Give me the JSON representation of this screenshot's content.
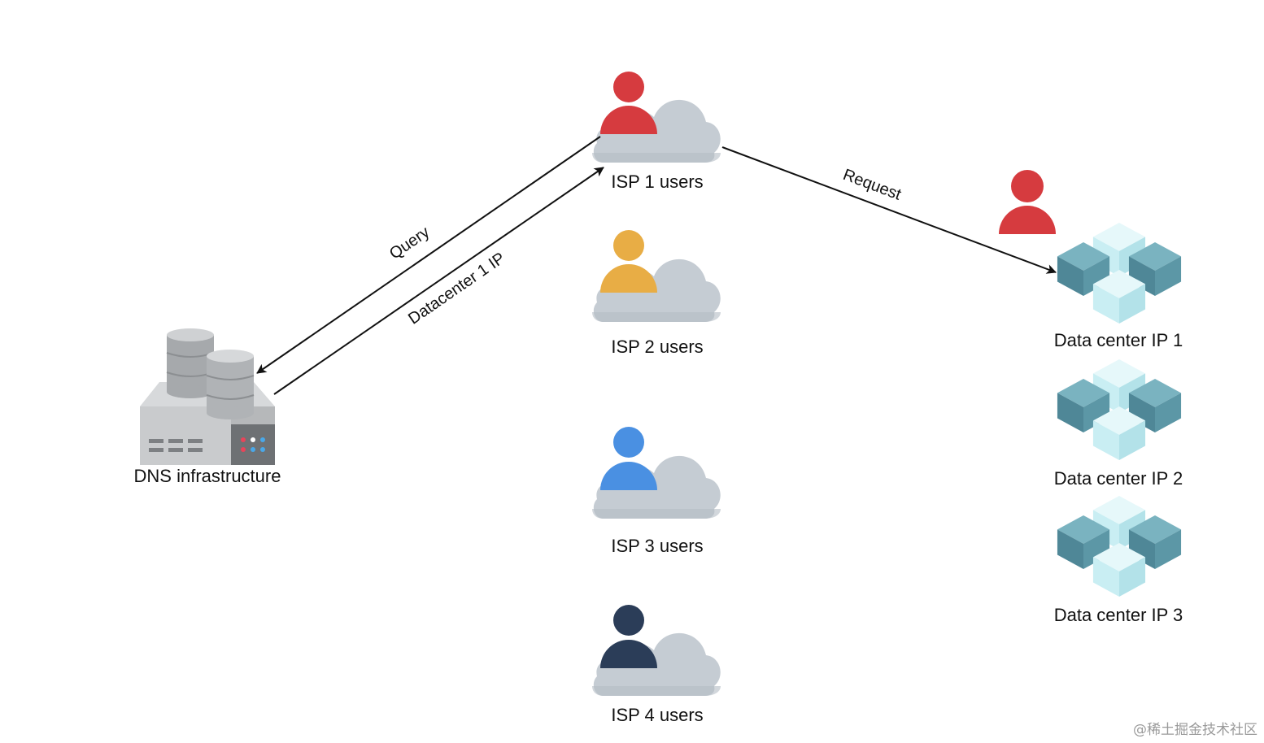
{
  "nodes": {
    "dns": {
      "label": "DNS infrastructure"
    },
    "isp1": {
      "label": "ISP 1 users",
      "user_color": "#d63b3f"
    },
    "isp2": {
      "label": "ISP 2 users",
      "user_color": "#e8ad45"
    },
    "isp3": {
      "label": "ISP 3 users",
      "user_color": "#4a90e2"
    },
    "isp4": {
      "label": "ISP 4 users",
      "user_color": "#2b3d58"
    },
    "dc1": {
      "label": "Data center IP 1"
    },
    "dc2": {
      "label": "Data center IP 2"
    },
    "dc3": {
      "label": "Data center IP 3"
    },
    "dc_user": {
      "user_color": "#d63b3f"
    }
  },
  "edges": {
    "query": {
      "label": "Query",
      "from": "isp1",
      "to": "dns"
    },
    "response": {
      "label": "Datacenter 1 IP",
      "from": "dns",
      "to": "isp1"
    },
    "request": {
      "label": "Request",
      "from": "isp1",
      "to": "dc1"
    }
  },
  "colors": {
    "cloud": "#c5ccd3",
    "cube_dark": "#4f8797",
    "cube_light": "#c9eef3",
    "line": "#111111"
  },
  "icons": {
    "dns": "server-database-icon",
    "isp": "user-cloud-icon",
    "dc": "cube-cluster-icon"
  },
  "watermark": "@稀土掘金技术社区"
}
